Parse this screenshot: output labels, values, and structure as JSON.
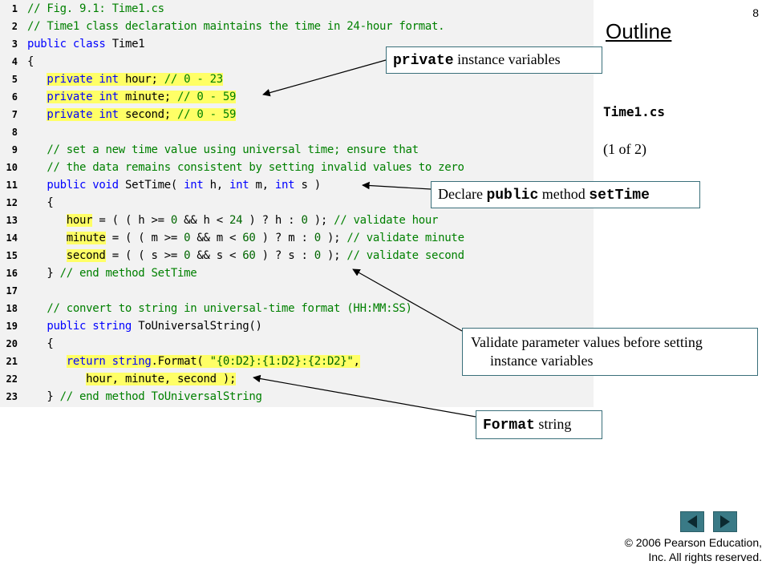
{
  "slide_number": "8",
  "outline_title": "Outline",
  "file_name": "Time1.cs",
  "page_indicator": "(1 of 2)",
  "code_lines": [
    {
      "num": "1",
      "segments": [
        {
          "t": "// Fig. 9.1: Time1.cs",
          "c": "c"
        }
      ]
    },
    {
      "num": "2",
      "segments": [
        {
          "t": "// Time1 class declaration maintains the time in 24-hour format.",
          "c": "c"
        }
      ]
    },
    {
      "num": "3",
      "segments": [
        {
          "t": "public class ",
          "c": "k"
        },
        {
          "t": "Time1",
          "c": "p"
        }
      ]
    },
    {
      "num": "4",
      "segments": [
        {
          "t": "{",
          "c": "p"
        }
      ]
    },
    {
      "num": "5",
      "segments": [
        {
          "t": "   ",
          "c": "p"
        },
        {
          "t": "private int ",
          "c": "k",
          "h": true
        },
        {
          "t": "hour; ",
          "c": "p",
          "h": true
        },
        {
          "t": "// 0 - 23",
          "c": "c",
          "h": true
        }
      ]
    },
    {
      "num": "6",
      "segments": [
        {
          "t": "   ",
          "c": "p"
        },
        {
          "t": "private int ",
          "c": "k",
          "h": true
        },
        {
          "t": "minute; ",
          "c": "p",
          "h": true
        },
        {
          "t": "// 0 - 59",
          "c": "c",
          "h": true
        }
      ]
    },
    {
      "num": "7",
      "segments": [
        {
          "t": "   ",
          "c": "p"
        },
        {
          "t": "private int ",
          "c": "k",
          "h": true
        },
        {
          "t": "second; ",
          "c": "p",
          "h": true
        },
        {
          "t": "// 0 - 59",
          "c": "c",
          "h": true
        }
      ]
    },
    {
      "num": "8",
      "segments": []
    },
    {
      "num": "9",
      "segments": [
        {
          "t": "   // set a new time value using universal time; ensure that",
          "c": "c"
        }
      ]
    },
    {
      "num": "10",
      "segments": [
        {
          "t": "   // the data remains consistent by setting invalid values to zero",
          "c": "c"
        }
      ]
    },
    {
      "num": "11",
      "segments": [
        {
          "t": "   ",
          "c": "p"
        },
        {
          "t": "public void ",
          "c": "k"
        },
        {
          "t": "SetTime( ",
          "c": "p"
        },
        {
          "t": "int ",
          "c": "k"
        },
        {
          "t": "h, ",
          "c": "p"
        },
        {
          "t": "int ",
          "c": "k"
        },
        {
          "t": "m, ",
          "c": "p"
        },
        {
          "t": "int ",
          "c": "k"
        },
        {
          "t": "s )",
          "c": "p"
        }
      ]
    },
    {
      "num": "12",
      "segments": [
        {
          "t": "   {",
          "c": "p"
        }
      ]
    },
    {
      "num": "13",
      "segments": [
        {
          "t": "      ",
          "c": "p"
        },
        {
          "t": "hour",
          "c": "p",
          "h": true
        },
        {
          "t": " = ( ( h >= ",
          "c": "p"
        },
        {
          "t": "0",
          "c": "n"
        },
        {
          "t": " && h < ",
          "c": "p"
        },
        {
          "t": "24",
          "c": "n"
        },
        {
          "t": " ) ? h : ",
          "c": "p"
        },
        {
          "t": "0",
          "c": "n"
        },
        {
          "t": " ); ",
          "c": "p"
        },
        {
          "t": "// validate hour",
          "c": "c"
        }
      ]
    },
    {
      "num": "14",
      "segments": [
        {
          "t": "      ",
          "c": "p"
        },
        {
          "t": "minute",
          "c": "p",
          "h": true
        },
        {
          "t": " = ( ( m >= ",
          "c": "p"
        },
        {
          "t": "0",
          "c": "n"
        },
        {
          "t": " && m < ",
          "c": "p"
        },
        {
          "t": "60",
          "c": "n"
        },
        {
          "t": " ) ? m : ",
          "c": "p"
        },
        {
          "t": "0",
          "c": "n"
        },
        {
          "t": " ); ",
          "c": "p"
        },
        {
          "t": "// validate minute",
          "c": "c"
        }
      ]
    },
    {
      "num": "15",
      "segments": [
        {
          "t": "      ",
          "c": "p"
        },
        {
          "t": "second",
          "c": "p",
          "h": true
        },
        {
          "t": " = ( ( s >= ",
          "c": "p"
        },
        {
          "t": "0",
          "c": "n"
        },
        {
          "t": " && s < ",
          "c": "p"
        },
        {
          "t": "60",
          "c": "n"
        },
        {
          "t": " ) ? s : ",
          "c": "p"
        },
        {
          "t": "0",
          "c": "n"
        },
        {
          "t": " ); ",
          "c": "p"
        },
        {
          "t": "// validate second",
          "c": "c"
        }
      ]
    },
    {
      "num": "16",
      "segments": [
        {
          "t": "   } ",
          "c": "p"
        },
        {
          "t": "// end method SetTime",
          "c": "c"
        }
      ]
    },
    {
      "num": "17",
      "segments": []
    },
    {
      "num": "18",
      "segments": [
        {
          "t": "   // convert to string in universal-time format (HH:MM:SS)",
          "c": "c"
        }
      ]
    },
    {
      "num": "19",
      "segments": [
        {
          "t": "   ",
          "c": "p"
        },
        {
          "t": "public string ",
          "c": "k"
        },
        {
          "t": "ToUniversalString()",
          "c": "p"
        }
      ]
    },
    {
      "num": "20",
      "segments": [
        {
          "t": "   {",
          "c": "p"
        }
      ]
    },
    {
      "num": "21",
      "segments": [
        {
          "t": "      ",
          "c": "p"
        },
        {
          "t": "return string",
          "c": "k",
          "h": true
        },
        {
          "t": ".Format( ",
          "c": "p",
          "h": true
        },
        {
          "t": "\"{0:D2}:{1:D2}:{2:D2}\"",
          "c": "n",
          "h": true
        },
        {
          "t": ",",
          "c": "p",
          "h": true
        }
      ]
    },
    {
      "num": "22",
      "segments": [
        {
          "t": "         ",
          "c": "p"
        },
        {
          "t": "hour, minute, second );",
          "c": "p",
          "h": true
        }
      ]
    },
    {
      "num": "23",
      "segments": [
        {
          "t": "   } ",
          "c": "p"
        },
        {
          "t": "// end method ToUniversalString",
          "c": "c"
        }
      ]
    }
  ],
  "callouts": {
    "private_vars": {
      "mono": "private",
      "text": " instance variables"
    },
    "declare_method": {
      "pre": "Declare ",
      "mono1": "public",
      "mid": " method ",
      "mono2": "setTime"
    },
    "validate": {
      "line1": "Validate parameter values before setting",
      "line2": "instance variables"
    },
    "format_string": {
      "mono": "Format",
      "text": " string"
    }
  },
  "copyright": {
    "line1": "© 2006 Pearson Education,",
    "line2": "Inc.  All rights reserved."
  },
  "colors": {
    "comment": "#008000",
    "keyword": "#0000ff",
    "highlight": "#ffff66",
    "nav": "#3a7a86"
  },
  "nav_buttons": [
    "back-icon",
    "forward-icon"
  ]
}
